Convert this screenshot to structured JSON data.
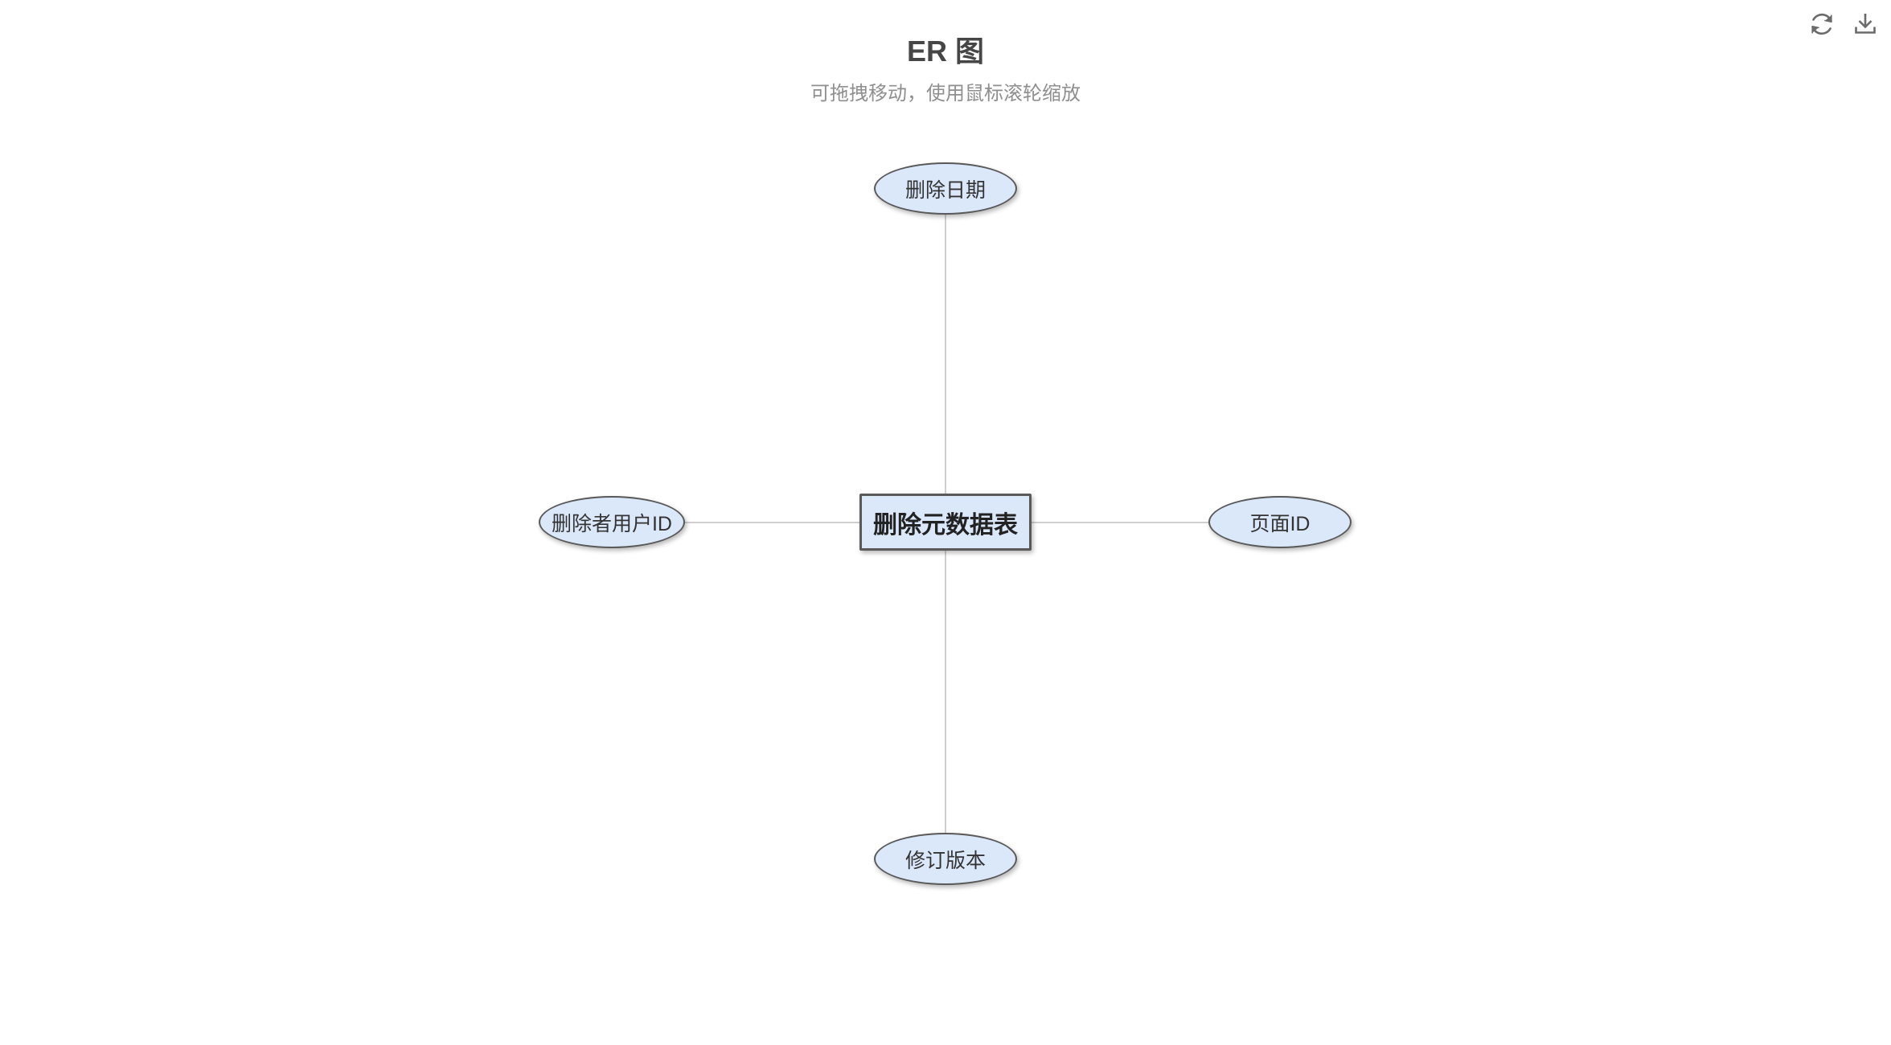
{
  "header": {
    "title": "ER 图",
    "subtitle": "可拖拽移动，使用鼠标滚轮缩放"
  },
  "toolbox": {
    "buttons": [
      {
        "name": "restore",
        "icon": "refresh-icon"
      },
      {
        "name": "save-as-image",
        "icon": "download-icon"
      }
    ]
  },
  "diagram": {
    "type": "er-diagram",
    "entity": {
      "label": "删除元数据表",
      "shape": "rectangle"
    },
    "attributes": [
      {
        "label": "删除日期",
        "shape": "ellipse",
        "position": "top"
      },
      {
        "label": "删除者用户ID",
        "shape": "ellipse",
        "position": "left"
      },
      {
        "label": "页面ID",
        "shape": "ellipse",
        "position": "right"
      },
      {
        "label": "修订版本",
        "shape": "ellipse",
        "position": "bottom"
      }
    ],
    "edges": [
      {
        "from": "删除元数据表",
        "to": "删除日期"
      },
      {
        "from": "删除元数据表",
        "to": "删除者用户ID"
      },
      {
        "from": "删除元数据表",
        "to": "页面ID"
      },
      {
        "from": "删除元数据表",
        "to": "修订版本"
      }
    ],
    "colors": {
      "node_fill": "#dbe8fa",
      "node_border": "#595959",
      "edge_color": "#d0d0d0",
      "title_color": "#464646",
      "subtitle_color": "#8f8f8f",
      "icon_color": "#6b6b6b"
    }
  }
}
